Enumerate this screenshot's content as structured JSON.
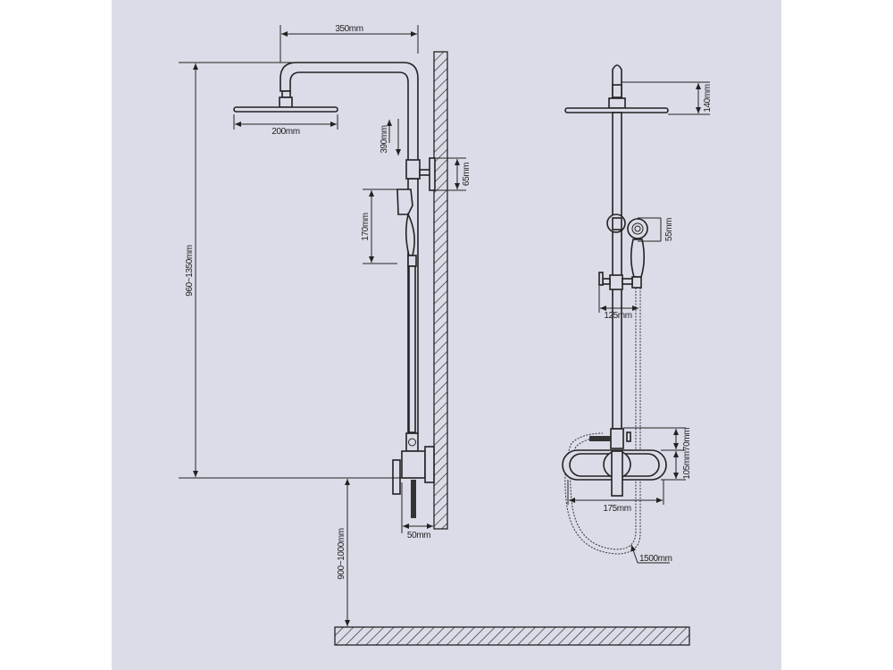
{
  "side_view": {
    "dimensions": {
      "arm_reach": "350mm",
      "head_diameter": "200mm",
      "slide_range": "390mm",
      "bracket_height": "65mm",
      "holder_height": "170mm",
      "riser_height": "960~1350mm",
      "mixer_depth": "50mm",
      "mixer_height_from_floor": "900~1000mm"
    }
  },
  "front_view": {
    "dimensions": {
      "top_height": "140mm",
      "hand_shower_diameter": "55mm",
      "holder_width": "125mm",
      "mixer_upper": "70mm",
      "mixer_body": "105mm",
      "mixer_width": "175mm",
      "hose_length": "1500mm"
    }
  },
  "colors": {
    "background": "#dcdce8",
    "line": "#222222"
  }
}
